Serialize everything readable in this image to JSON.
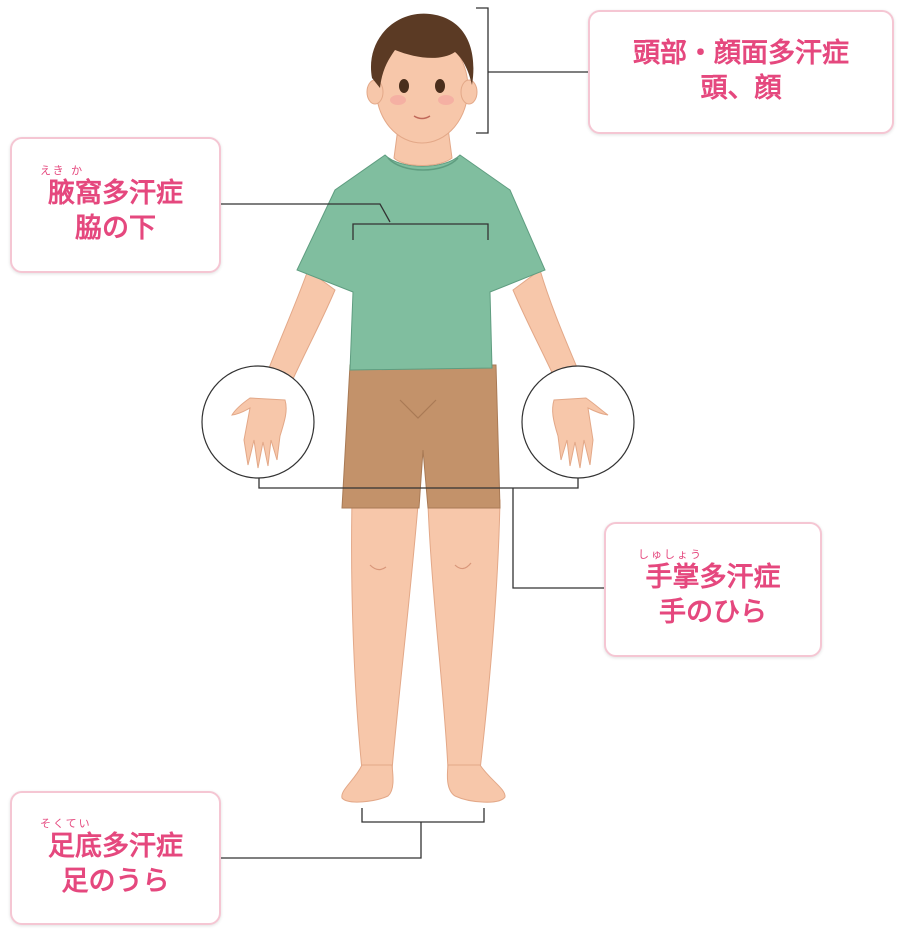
{
  "labels": {
    "head": {
      "title": "頭部・顔面多汗症",
      "subtitle": "頭、顔"
    },
    "axilla": {
      "ruby": "えき か",
      "title": "腋窩多汗症",
      "subtitle": "脇の下"
    },
    "palm": {
      "ruby": "しゅしょう",
      "title": "手掌多汗症",
      "subtitle": "手のひら"
    },
    "sole": {
      "ruby": "そくてい",
      "title": "足底多汗症",
      "subtitle": "足のうら"
    }
  },
  "colors": {
    "label_text": "#e5487e",
    "label_border": "#f5c6d3",
    "leader_line": "#333333",
    "skin": "#f7c7aa",
    "shirt": "#80be9f",
    "shorts": "#c3926a",
    "hair": "#5b3a24"
  }
}
